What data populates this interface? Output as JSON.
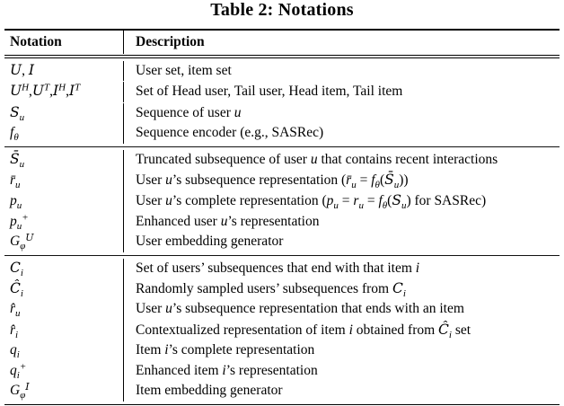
{
  "title": "Table 2: Notations",
  "header": {
    "notation": "Notation",
    "description": "Description"
  },
  "colors": {
    "text": "#000000",
    "background": "#ffffff",
    "rule": "#000000"
  },
  "sections": [
    {
      "rows": [
        {
          "n": "#U#, #I#",
          "d": "User set, item set"
        },
        {
          "n": "#U#^{H},#U#^{T},#I#^{H},#I#^{T}",
          "d": "Set of Head user, Tail user, Head item, Tail item"
        },
        {
          "n": "#S#_{u}",
          "d": "Sequence of user *u*"
        },
        {
          "n": "*f*_{θ}",
          "d": "Sequence encoder (e.g., SASRec)"
        }
      ]
    },
    {
      "rows": [
        {
          "n": "#S̄#_{u}",
          "d": "Truncated subsequence of user *u* that contains recent interactions"
        },
        {
          "n": "*r̄*_{u}",
          "d": "User *u*’s subsequence representation (*r̄*_{u} = *f*_{θ}(#S̄#_{u}))"
        },
        {
          "n": "*p*_{u}",
          "d": "User *u*’s complete representation (*p*_{u} = *r*_{u} = *f*_{θ}(#S#_{u}) for SASRec)"
        },
        {
          "n": "*p*_{u}^{+}",
          "d": "Enhanced user *u*’s representation"
        },
        {
          "n": "*G*_{φ}^{#U#}",
          "d": "User embedding generator"
        }
      ]
    },
    {
      "rows": [
        {
          "n": "#C#_{i}",
          "d": "Set of users’ subsequences that end with that item *i*"
        },
        {
          "n": "#Ĉ#_{i}",
          "d": "Randomly sampled users’ subsequences from #C#_{i}"
        },
        {
          "n": "*r̂*_{u}",
          "d": "User *u*’s subsequence representation that ends with an item"
        },
        {
          "n": "*r̂*_{i}",
          "d": "Contextualized representation of item *i* obtained from #Ĉ#_{i} set"
        },
        {
          "n": "*q*_{i}",
          "d": "Item *i*’s complete representation"
        },
        {
          "n": "*q*_{i}^{+}",
          "d": "Enhanced item *i*’s representation"
        },
        {
          "n": "*G*_{φ}^{#I#}",
          "d": "Item embedding generator"
        }
      ]
    }
  ]
}
